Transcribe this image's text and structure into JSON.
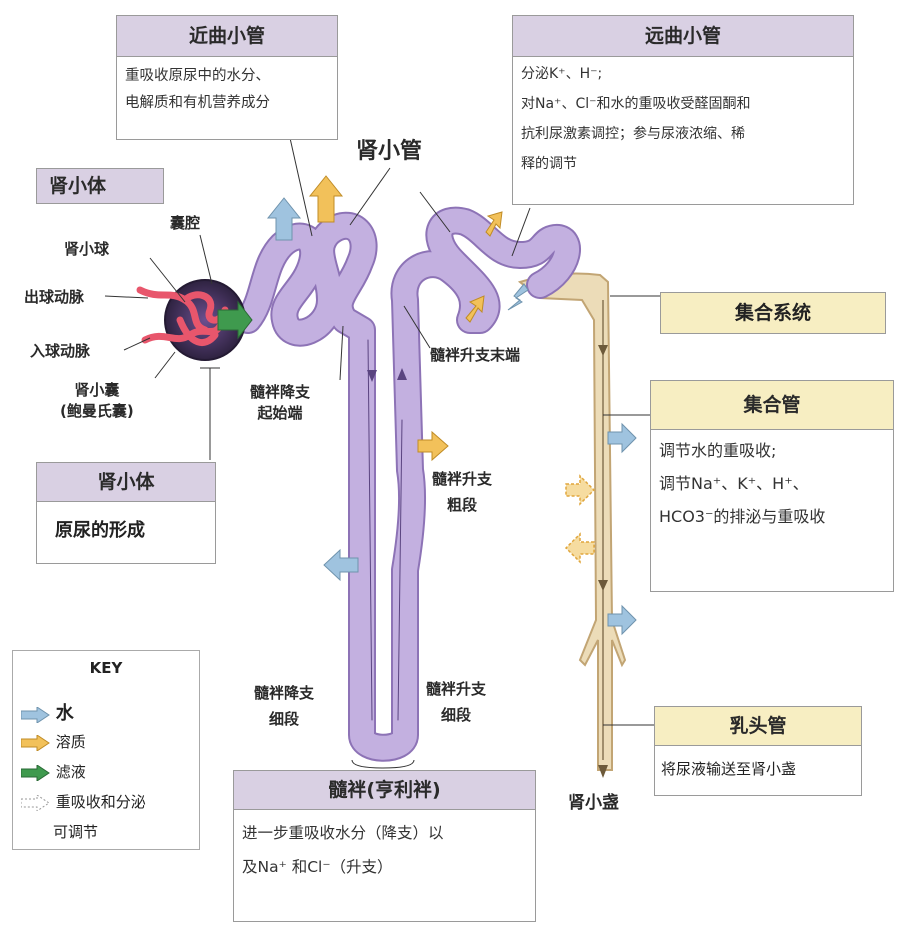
{
  "boxes": {
    "proximal": {
      "title": "近曲小管",
      "lines": [
        "重吸收原尿中的水分、",
        "电解质和有机营养成分"
      ]
    },
    "distal": {
      "title": "远曲小管",
      "lines": [
        "分泌K⁺、H⁻;",
        "对Na⁺、Cl⁻和水的重吸收受醛固酮和",
        "抗利尿激素调控；参与尿液浓缩、稀",
        "释的调节"
      ]
    },
    "corpuscle_top": {
      "title": "肾小体"
    },
    "corpuscle_bottom": {
      "title": "肾小体",
      "body": "原尿的形成"
    },
    "collecting_system": {
      "title": "集合系统"
    },
    "collecting_duct": {
      "title": "集合管",
      "lines": [
        "调节水的重吸收;",
        "调节Na⁺、K⁺、H⁺、",
        "HCO3⁻的排泌与重吸收"
      ]
    },
    "papillary_duct": {
      "title": "乳头管",
      "body": "将尿液输送至肾小盏"
    },
    "loop": {
      "title": "髓袢(亨利袢)",
      "lines": [
        "进一步重吸收水分（降支）以",
        "及Na⁺ 和Cl⁻（升支）"
      ]
    }
  },
  "labels": {
    "renal_tubule": "肾小管",
    "capsule_cavity": "囊腔",
    "glomerulus": "肾小球",
    "efferent": "出球动脉",
    "afferent": "入球动脉",
    "bowman": [
      "肾小囊",
      "(鲍曼氏囊)"
    ],
    "desc_start": [
      "髓袢降支",
      "起始端"
    ],
    "asc_end": "髓袢升支末端",
    "thick_asc": [
      "髓袢升支",
      "粗段"
    ],
    "thin_desc": [
      "髓袢降支",
      "细段"
    ],
    "thin_asc": [
      "髓袢升支",
      "细段"
    ],
    "minor_calyx": "肾小盏"
  },
  "key": {
    "title": "KEY",
    "items": [
      {
        "label": "水",
        "icon": "blue-arrow-icon"
      },
      {
        "label": "溶质",
        "icon": "orange-arrow-icon"
      },
      {
        "label": "滤液",
        "icon": "green-arrow-icon"
      },
      {
        "label": [
          "重吸收和分泌",
          "可调节"
        ],
        "icon": "dashed-arrow-icon"
      }
    ]
  },
  "colors": {
    "tubule": "#c3b0e0",
    "tubule_stroke": "#8d73b6",
    "collecting": "#ecdcb8",
    "collecting_stroke": "#c2a574",
    "water_arrow": "#9fc3df",
    "solute_arrow": "#f2c15a",
    "filtrate_arrow": "#3f9a4e",
    "glomerulus": "#e8566c",
    "capsule": "#3d2f5a"
  }
}
